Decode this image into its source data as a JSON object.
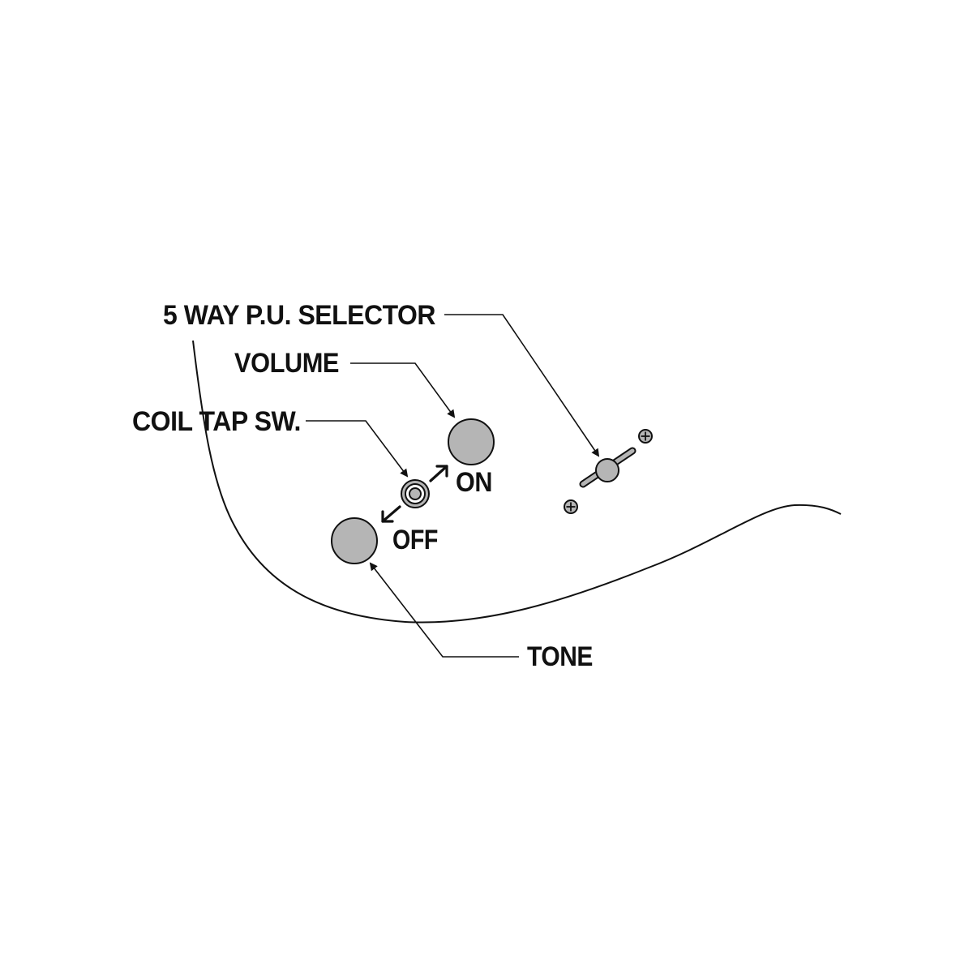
{
  "labels": {
    "pickup_selector": "5 WAY P.U. SELECTOR",
    "volume": "VOLUME",
    "coil_tap_switch": "COIL TAP SW.",
    "coil_tap_on": "ON",
    "coil_tap_off": "OFF",
    "tone": "TONE"
  },
  "colors": {
    "knob_fill": "#b5b5b5",
    "line": "#111111",
    "background": "#ffffff"
  },
  "icons": {
    "screw": "screw-icon",
    "switch": "toggle-switch-icon"
  }
}
